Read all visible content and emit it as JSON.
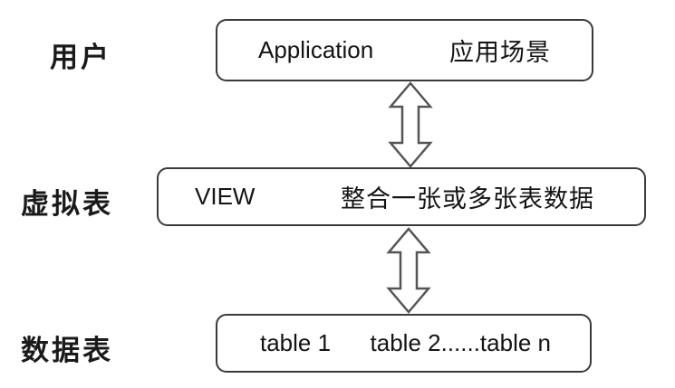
{
  "diagram": {
    "title": "view-three-tier-architecture",
    "rows": [
      {
        "label": "用户",
        "box": {
          "left_text": "Application",
          "right_text": "应用场景"
        }
      },
      {
        "label": "虚拟表",
        "box": {
          "left_text": "VIEW",
          "right_text": "整合一张或多张表数据"
        }
      },
      {
        "label": "数据表",
        "box": {
          "left_text": "table 1",
          "right_text": "table 2......table n"
        }
      }
    ],
    "connectors": [
      {
        "name": "user-view-arrow",
        "type": "double-headed-vertical"
      },
      {
        "name": "view-tables-arrow",
        "type": "double-headed-vertical"
      }
    ],
    "colors": {
      "background": "#ffffff",
      "box_border": "#3a3a3a",
      "arrow_stroke": "#555555",
      "text": "#1a1a1a"
    }
  }
}
